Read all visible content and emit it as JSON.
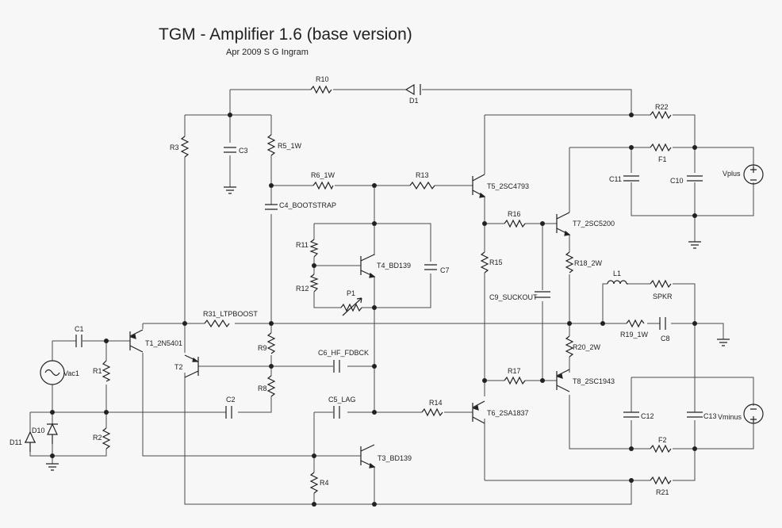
{
  "title": "TGM - Amplifier 1.6 (base version)",
  "subtitle": "Apr 2009  S G Ingram",
  "components": {
    "R10": "R10",
    "D1": "D1",
    "R22": "R22",
    "F1": "F1",
    "R3": "R3",
    "C3": "C3",
    "R5": "R5_1W",
    "R6": "R6_1W",
    "R13": "R13",
    "T5": "T5_2SC4793",
    "C11": "C11",
    "C10": "C10",
    "Vplus": "Vplus",
    "C4": "C4_BOOTSTRAP",
    "R16": "R16",
    "T7": "T7_2SC5200",
    "R11": "R11",
    "T4": "T4_BD139",
    "C7": "C7",
    "R15": "R15",
    "R18": "R18_2W",
    "R12": "R12",
    "P1": "P1",
    "C9": "C9_SUCKOUT",
    "L1": "L1",
    "SPKR": "SPKR",
    "C1": "C1",
    "R31": "R31_LTPBOOST",
    "T1": "T1_2N5401",
    "R9": "R9",
    "R19": "R19_1W",
    "C8": "C8",
    "Vac1": "Vac1",
    "R1": "R1",
    "T2": "T2",
    "C6": "C6_HF_FDBCK",
    "R20": "R20_2W",
    "R17": "R17",
    "T8": "T8_2SC1943",
    "R8": "R8",
    "C2": "C2",
    "C5": "C5_LAG",
    "R14": "R14",
    "T6": "T6_2SA1837",
    "C12": "C12",
    "C13": "C13",
    "Vminus": "Vminus",
    "D10": "D10",
    "D11": "D11",
    "R2": "R2",
    "F2": "F2",
    "T3": "T3_BD139",
    "R4": "R4",
    "R21": "R21"
  }
}
